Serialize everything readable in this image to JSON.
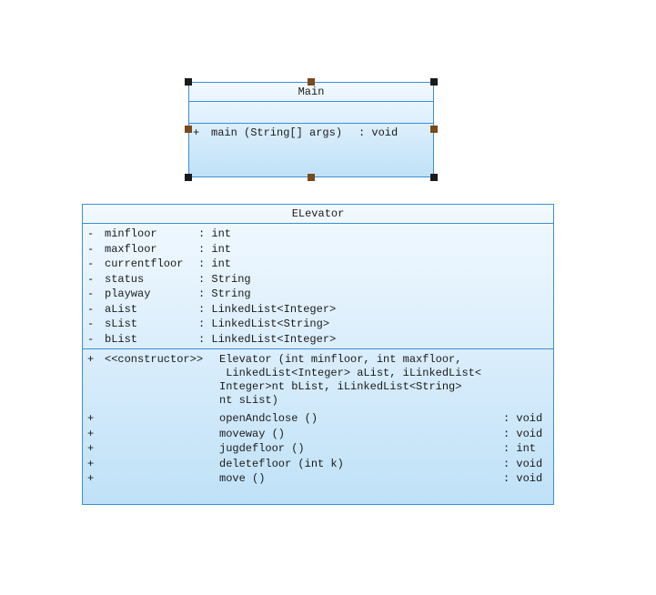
{
  "main_class": {
    "name": "Main",
    "attributes": [],
    "operations": [
      {
        "visibility": "+",
        "signature": "main (String[] args)",
        "type": ": void"
      }
    ]
  },
  "elevator_class": {
    "name": "ELevator",
    "attributes": [
      {
        "visibility": "-",
        "name": "minfloor",
        "type": ": int"
      },
      {
        "visibility": "-",
        "name": "maxfloor",
        "type": ": int"
      },
      {
        "visibility": "-",
        "name": "currentfloor",
        "type": ": int"
      },
      {
        "visibility": "-",
        "name": "status",
        "type": ": String"
      },
      {
        "visibility": "-",
        "name": "playway",
        "type": ": String"
      },
      {
        "visibility": "-",
        "name": "aList",
        "type": ": LinkedList<Integer>"
      },
      {
        "visibility": "-",
        "name": "sList",
        "type": ": LinkedList<String>"
      },
      {
        "visibility": "-",
        "name": "bList",
        "type": ": LinkedList<Integer>"
      }
    ],
    "constructor": {
      "visibility": "+",
      "stereotype": "<<constructor>>",
      "lines": [
        "Elevator (int minfloor, int maxfloor,",
        " LinkedList<Integer> aList, iLinkedList<",
        "Integer>nt bList, iLinkedList<String>",
        "nt sList)"
      ]
    },
    "operations": [
      {
        "visibility": "+",
        "name": "openAndclose ()",
        "type": ": void"
      },
      {
        "visibility": "+",
        "name": "moveway ()",
        "type": ": void"
      },
      {
        "visibility": "+",
        "name": "jugdefloor ()",
        "type": ": int"
      },
      {
        "visibility": "+",
        "name": "deletefloor (int k)",
        "type": ": void"
      },
      {
        "visibility": "+",
        "name": "move ()",
        "type": ": void"
      }
    ]
  }
}
